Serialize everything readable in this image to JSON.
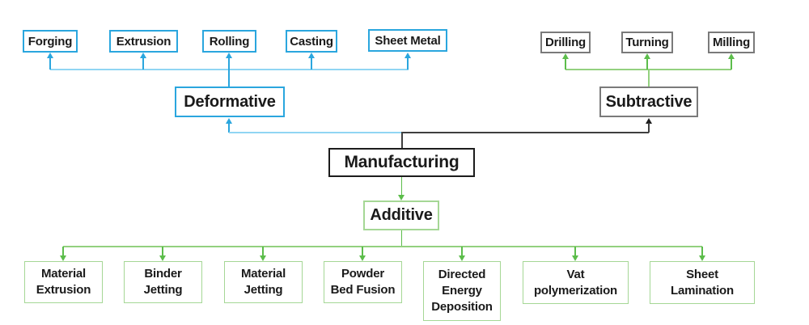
{
  "colors": {
    "blue": "#2AA6DE",
    "blue_light": "#90D5F3",
    "green": "#5CBD4B",
    "green_light": "#93D17F",
    "green_box": "#A5D795",
    "gray": "#7A7A7A",
    "dark": "#3F3F3F",
    "black": "#1C1C1C"
  },
  "root": {
    "label": "Manufacturing"
  },
  "deformative": {
    "label": "Deformative",
    "children": [
      "Forging",
      "Extrusion",
      "Rolling",
      "Casting",
      "Sheet Metal"
    ]
  },
  "subtractive": {
    "label": "Subtractive",
    "children": [
      "Drilling",
      "Turning",
      "Milling"
    ]
  },
  "additive": {
    "label": "Additive",
    "children": [
      "Material\nExtrusion",
      "Binder\nJetting",
      "Material\nJetting",
      "Powder\nBed Fusion",
      "Directed\nEnergy\nDeposition",
      "Vat\npolymerization",
      "Sheet\nLamination"
    ]
  }
}
